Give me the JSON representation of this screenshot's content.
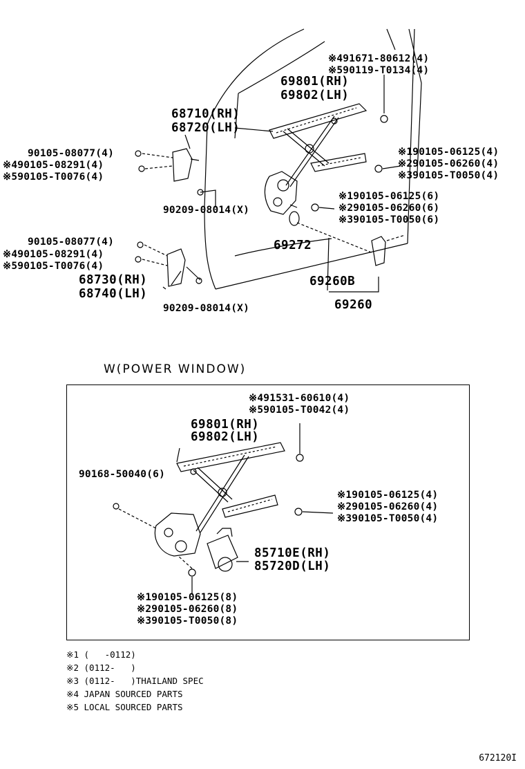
{
  "upper": {
    "l_491671": "※491671-80612(4)",
    "l_590119": "※590119-T0134(4)",
    "l_69801": "69801(RH)",
    "l_69802": "69802(LH)",
    "l_68710": "68710(RH)",
    "l_68720": "68720(LH)",
    "l_90105_08077_a": "90105-08077(4)",
    "l_490105_08291_a": "※490105-08291(4)",
    "l_590105_T0076_a": "※590105-T0076(4)",
    "l_90209_a": "90209-08014(X)",
    "l_190105_06125_4": "※190105-06125(4)",
    "l_290105_06260_4": "※290105-06260(4)",
    "l_390105_T0050_4": "※390105-T0050(4)",
    "l_190105_06125_6": "※190105-06125(6)",
    "l_290105_06260_6": "※290105-06260(6)",
    "l_390105_T0050_6": "※390105-T0050(6)",
    "l_90105_08077_b": "90105-08077(4)",
    "l_490105_08291_b": "※490105-08291(4)",
    "l_590105_T0076_b": "※590105-T0076(4)",
    "l_69272": "69272",
    "l_68730": "68730(RH)",
    "l_68740": "68740(LH)",
    "l_69260B": "69260B",
    "l_90209_b": "90209-08014(X)",
    "l_69260": "69260"
  },
  "power_window": {
    "title": "W(POWER WINDOW)",
    "l_491531": "※491531-60610(4)",
    "l_590105_T0042": "※590105-T0042(4)",
    "l_69801": "69801(RH)",
    "l_69802": "69802(LH)",
    "l_90168": "90168-50040(6)",
    "l_190105_06125_4": "※190105-06125(4)",
    "l_290105_06260_4": "※290105-06260(4)",
    "l_390105_T0050_4": "※390105-T0050(4)",
    "l_85710E": "85710E(RH)",
    "l_85720D": "85720D(LH)",
    "l_190105_06125_8": "※190105-06125(8)",
    "l_290105_06260_8": "※290105-06260(8)",
    "l_390105_T0050_8": "※390105-T0050(8)"
  },
  "notes": [
    "※1 (   -0112)",
    "※2 (0112-   )",
    "※3 (0112-   )THAILAND SPEC",
    "※4 JAPAN SOURCED PARTS",
    "※5 LOCAL SOURCED PARTS"
  ],
  "diagram_code": "672120I"
}
